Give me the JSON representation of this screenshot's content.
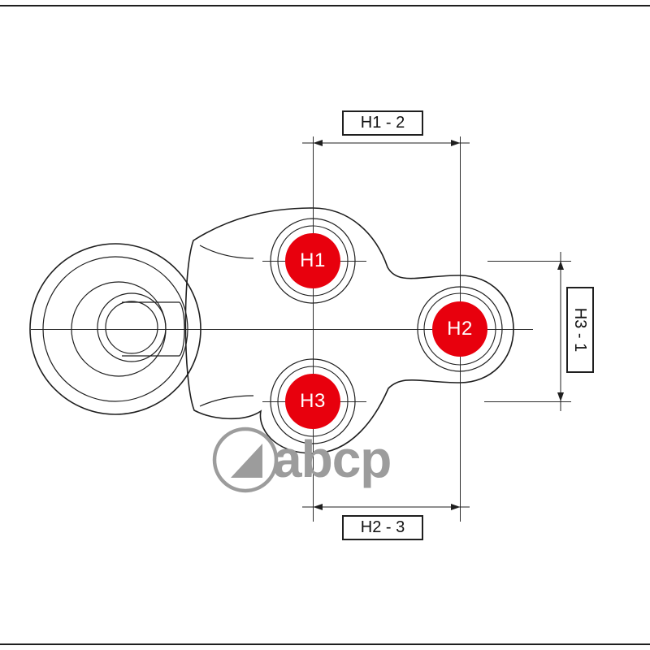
{
  "image": {
    "title": "ball joint technical drawing"
  },
  "dimensions": {
    "top_label": "H1 - 2",
    "bottom_label": "H2 - 3",
    "right_label": "H3 - 1"
  },
  "holes": [
    {
      "id": "h1",
      "label": "H1"
    },
    {
      "id": "h2",
      "label": "H2"
    },
    {
      "id": "h3",
      "label": "H3"
    }
  ],
  "watermark": {
    "text": "abcp"
  },
  "colors": {
    "hole_fill": "#e8000d",
    "hole_text": "#ffffff",
    "line": "#1f1f1f",
    "watermark": "#9c9c9c",
    "background": "#ffffff"
  }
}
